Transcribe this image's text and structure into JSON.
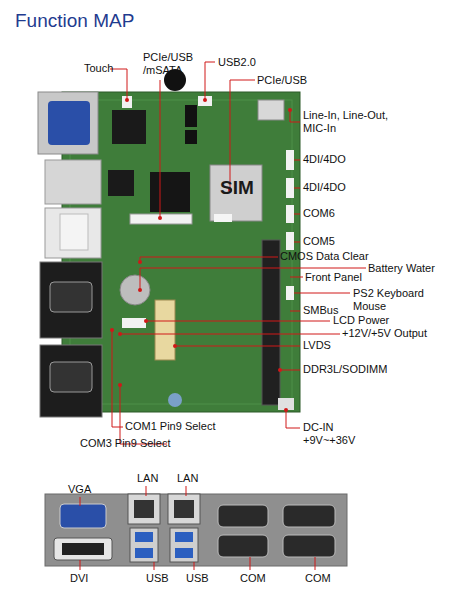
{
  "diagram": {
    "title": "Function MAP",
    "labels": [
      "Touch",
      "PCIe/USB /mSATA",
      "USB2.0",
      "PCIe/USB",
      "Line-In, Line-Out, MIC-In",
      "SIM",
      "4DI/4DO",
      "4DI/4DO",
      "COM6",
      "COM5",
      "CMOS Data Clear",
      "Battery Water",
      "Front Panel",
      "PS2 Keyboard Mouse",
      "SMBus",
      "LCD Power",
      "+12V/+5V Output",
      "LVDS",
      "DDR3L/SODIMM",
      "COM1 Pin9 Select",
      "DC-IN +9V~+36V",
      "COM3 Pin9 Select",
      "VGA",
      "LAN",
      "LAN",
      "DVI",
      "USB",
      "USB",
      "COM",
      "COM"
    ]
  }
}
